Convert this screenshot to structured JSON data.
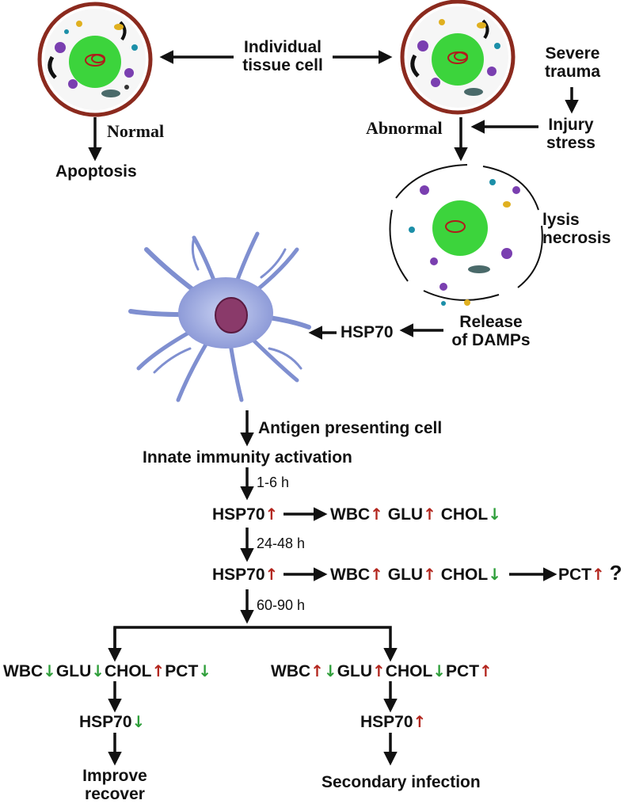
{
  "labels": {
    "individual_cell": [
      "Individual",
      "tissue cell"
    ],
    "normal": "Normal",
    "apoptosis": "Apoptosis",
    "abnormal": "Abnormal",
    "severe_trauma": [
      "Severe",
      "trauma"
    ],
    "injury_stress": [
      "Injury",
      "stress"
    ],
    "lysis_necrosis": [
      "lysis",
      "necrosis"
    ],
    "release_damps": [
      "Release",
      "of DAMPs"
    ],
    "hsp70": "HSP70",
    "antigen_presenting_cell": "Antigen presenting cell",
    "innate_activation": "Innate immunity activation",
    "time_1": "1-6 h",
    "time_2": "24-48 h",
    "time_3": "60-90 h",
    "wbc": "WBC",
    "glu": "GLU",
    "chol": "CHOL",
    "pct": "PCT",
    "question": "?",
    "improve_recover": [
      "Improve",
      "recover"
    ],
    "secondary_infection": "Secondary infection"
  },
  "arrows": {
    "up": "↑",
    "down": "↓"
  },
  "colors": {
    "up_arrow": "#b3261e",
    "down_arrow": "#2e9e3a",
    "cell_nucleus": "#3cd43c",
    "cell_border": "#8b2a1e",
    "dendritic_cell": "#7f8fd0"
  }
}
